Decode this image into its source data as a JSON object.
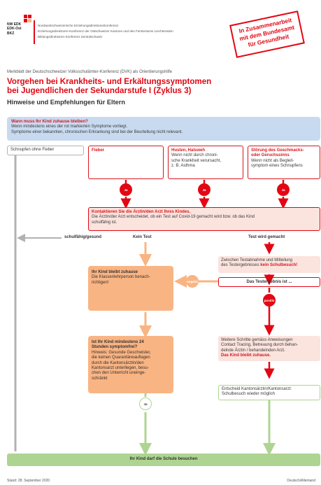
{
  "header": {
    "logo_lines": [
      "NW EDK",
      "EDK-Ost",
      "BKZ"
    ],
    "org_lines": [
      "Nordwestschweizerische Erziehungsdirektorenkonferenz",
      "Erziehungsdirektoren-Konferenz der Ostschweizer Kantone und des Fürstentums Liechtenstein",
      "Bildungsdirektoren-Konferenz Zentralschweiz"
    ],
    "stamp_lines": [
      "In Zusammenarbeit",
      "mit dem Bundesamt",
      "für Gesundheit"
    ]
  },
  "intro": "Merkblatt der Deutschschweizer Volksschulämter-Konferenz (DVK) als Orientierungshilfe",
  "title_line1": "Vorgehen bei Krankheits- und Erkältungssymptomen",
  "title_line2": "bei Jugendlichen der Sekundarstufe I (Zyklus 3)",
  "subtitle": "Hinweise und Empfehlungen für Eltern",
  "info": {
    "question": "Wann muss Ihr Kind zuhause bleiben?",
    "line1": "Wenn mindestens eines der rot markierten Symptome vorliegt.",
    "line2": "Symptome einer bekannten, chronischen Erkrankung sind bei der Beurteilung nicht relevant."
  },
  "symptoms": {
    "cold_no_fever": "Schnupfen ohne Fieber",
    "fever": "Fieber",
    "cough_title": "Husten, Halsweh",
    "cough_text": [
      "Wenn nicht durch chroni-",
      "sche Krankheit verursacht,",
      "z. B. Asthma"
    ],
    "smell_title": [
      "Störung des Geschmacks-",
      "oder Geruchssinns"
    ],
    "smell_text": [
      "Wenn nicht als Begleit-",
      "symptom eines Schnupfens"
    ]
  },
  "yes_label": "Ja",
  "contact": {
    "title": "Kontaktieren Sie die Ärztin/den Arzt Ihres Kindes.",
    "text": [
      "Die Ärztin/der Arzt entscheidet, ob ein Test auf Covid-19 gemacht wird bzw. ob das Kind",
      "schulfähig ist."
    ]
  },
  "branches": {
    "fit": "schulfähig/gesund",
    "no_test": "Kein Test",
    "test": "Test wird gemacht"
  },
  "waiting": {
    "line1": "Zwischen Testabnahme und Mitteilung",
    "line2_pre": "des Testergebnisses ",
    "line2_bold": "kein Schulbesuch!"
  },
  "result": "Das Testergebnis ist ...",
  "negative": "negativ",
  "positive": "positiv",
  "stay_home": {
    "title": "Ihr Kind bleibt zuhause",
    "text": [
      "Die Klassenlehrperson benach-",
      "richtigen!"
    ]
  },
  "free24": {
    "title": [
      "Ist Ihr Kind mindestens 24",
      "Stunden symptomfrei?"
    ],
    "text": [
      "Hinweis: Gesunde Geschwister,",
      "die keinen Quarantäneauflagen",
      "durch die Kantonsärztin/den",
      "Kantonsarzt unterliegen, besu-",
      "chen den Unterricht uneinge-",
      "schränkt"
    ]
  },
  "steps": {
    "text": [
      "Weitere Schritte gemäss Anweisungen",
      "Contact Tracing, Betreuung durch behan-",
      "delnde Ärztin / behandelnden Arzt."
    ],
    "bold": "Das Kind bleibt zuhause."
  },
  "cantonal": [
    "Entscheid Kantonsärztin/Kantonsarzt:",
    "Schulbesuch wieder möglich"
  ],
  "final": "Ihr Kind darf die Schule besuchen",
  "footer": {
    "date": "Stand: 28. September 2020",
    "language": "Deutsch/Allemand"
  },
  "colors": {
    "red": "#e30613",
    "orange": "#f9b483",
    "light_orange": "#fbd3b2",
    "green": "#aed492",
    "info_blue": "#c8daf0",
    "pink": "#fbe3de",
    "grey": "#b2b2b2"
  }
}
